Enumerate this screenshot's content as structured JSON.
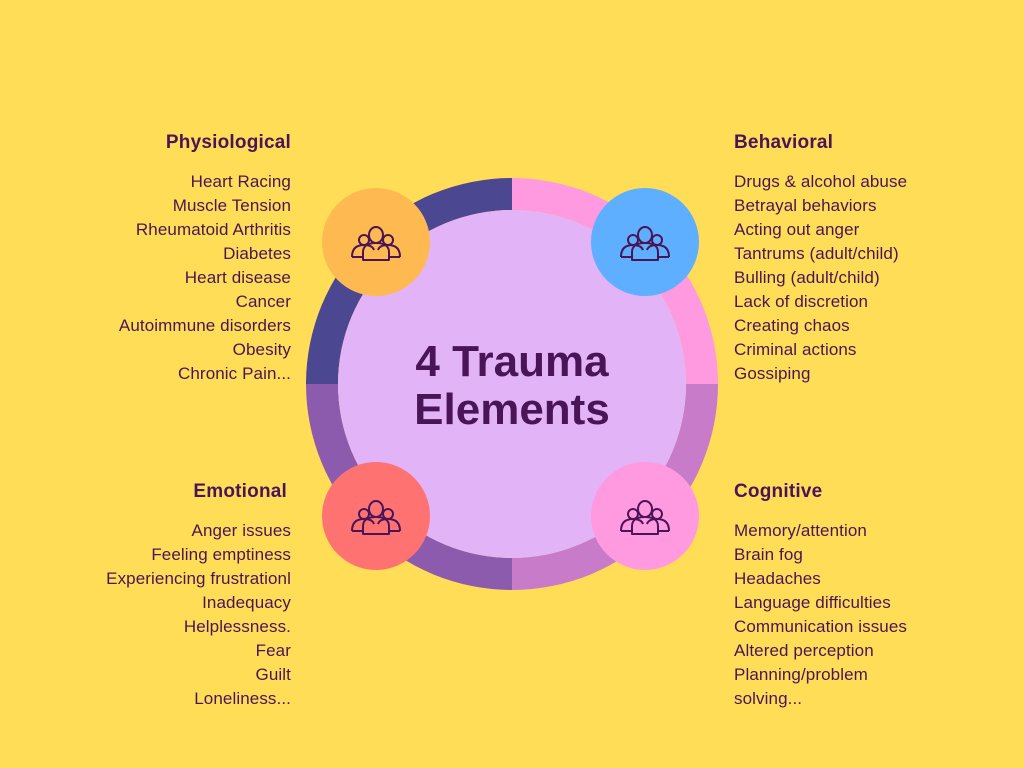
{
  "diagram": {
    "title_line1": "4 Trauma",
    "title_line2": "Elements"
  },
  "colors": {
    "background": "#FFDD57",
    "text": "#4A1556",
    "inner_circle": "#E3B3F7",
    "ring_top_left": "#4B4791",
    "ring_top_right": "#FF9AE0",
    "ring_bottom_left": "#8C5BAE",
    "ring_bottom_right": "#C87BC9",
    "node_physiological": "#FFB951",
    "node_behavioral": "#5EAFFF",
    "node_emotional": "#FF7272",
    "node_cognitive": "#FF9AE0"
  },
  "physiological": {
    "heading": "Physiological",
    "icon": "group-people-icon",
    "items": [
      "Heart Racing",
      "Muscle Tension",
      "Rheumatoid Arthritis",
      "Diabetes",
      "Heart disease",
      "Cancer",
      "Autoimmune disorders",
      "Obesity",
      "Chronic Pain..."
    ]
  },
  "behavioral": {
    "heading": "Behavioral",
    "icon": "group-people-icon",
    "items": [
      "Drugs & alcohol abuse",
      "Betrayal behaviors",
      "Acting out anger",
      "Tantrums (adult/child)",
      "Bulling (adult/child)",
      "Lack of discretion",
      "Creating chaos",
      "Criminal actions",
      "Gossiping"
    ]
  },
  "emotional": {
    "heading": "Emotional",
    "icon": "group-people-icon",
    "items": [
      "Anger issues",
      "Feeling emptiness",
      "Experiencing frustrationl",
      "Inadequacy",
      "Helplessness.",
      "Fear",
      "Guilt",
      "Loneliness..."
    ]
  },
  "cognitive": {
    "heading": "Cognitive",
    "icon": "group-people-icon",
    "items": [
      "Memory/attention",
      "Brain fog",
      "Headaches",
      "Language difficulties",
      "Communication issues",
      "Altered perception",
      "Planning/problem",
      "solving..."
    ]
  }
}
